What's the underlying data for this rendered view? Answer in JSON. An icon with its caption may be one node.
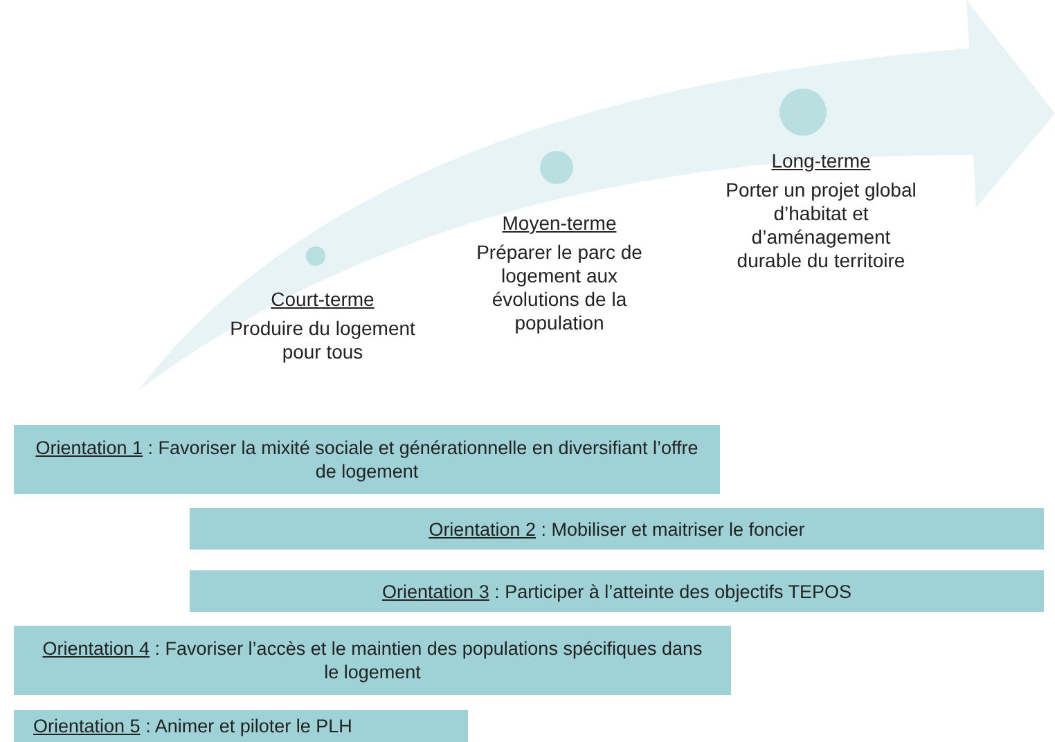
{
  "diagram": {
    "nodes": [
      {
        "text": [],
        "shape": "circle",
        "beside": [
          "Court-terme",
          "Produire du logement pour tous"
        ]
      },
      {
        "text": [],
        "shape": "circle",
        "beside": [
          "Moyen-terme",
          "Préparer le parc de logement aux évolutions de la population"
        ]
      },
      {
        "text": [],
        "shape": "circle",
        "beside": [
          "Long-terme",
          "Porter un projet global d’habitat et d’aménagement durable du territoire"
        ]
      },
      {
        "text": [
          "Orientation 1",
          ": Favoriser la mixité sociale et générationnelle en diversifiant l’offre de logement"
        ]
      },
      {
        "text": [
          "Orientation 2",
          ": Mobiliser et maitriser le foncier"
        ]
      },
      {
        "text": [
          "Orientation 3",
          ": Participer à l’atteinte des objectifs TEPOS"
        ]
      },
      {
        "text": [
          "Orientation 4",
          ": Favoriser l’accès et le maintien des populations spécifiques dans le logement"
        ]
      },
      {
        "text": [
          "Orientation 5",
          ": Animer et piloter le PLH"
        ]
      }
    ],
    "edges": []
  }
}
